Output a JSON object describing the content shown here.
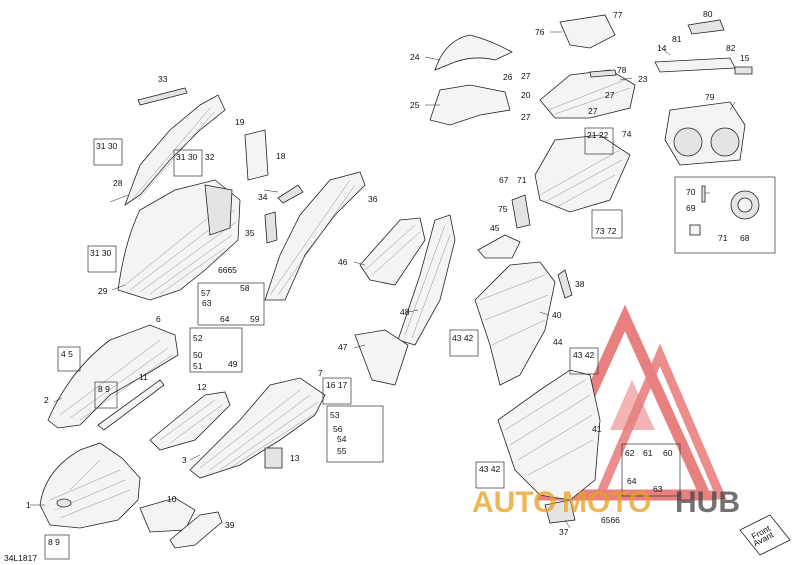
{
  "diagram": {
    "code": "34L1817",
    "watermark": {
      "text_left": "AUTO",
      "text_mid": "MOTO",
      "text_right": "HUB",
      "color_accent": "#e8a020",
      "color_dark": "#333333",
      "color_logo": "#e05050"
    },
    "front_badge": {
      "line1": "Front",
      "line2": "Avant"
    },
    "labels": [
      {
        "id": "l1",
        "text": "1"
      },
      {
        "id": "l2",
        "text": "2"
      },
      {
        "id": "l3",
        "text": "3"
      },
      {
        "id": "l6",
        "text": "6"
      },
      {
        "id": "l7",
        "text": "7"
      },
      {
        "id": "l10",
        "text": "10"
      },
      {
        "id": "l11",
        "text": "11"
      },
      {
        "id": "l12",
        "text": "12"
      },
      {
        "id": "l13",
        "text": "13"
      },
      {
        "id": "l14",
        "text": "14"
      },
      {
        "id": "l15",
        "text": "15"
      },
      {
        "id": "l18",
        "text": "18"
      },
      {
        "id": "l19",
        "text": "19"
      },
      {
        "id": "l20",
        "text": "20"
      },
      {
        "id": "l23",
        "text": "23"
      },
      {
        "id": "l24",
        "text": "24"
      },
      {
        "id": "l25",
        "text": "25"
      },
      {
        "id": "l26",
        "text": "26"
      },
      {
        "id": "l27a",
        "text": "27"
      },
      {
        "id": "l27b",
        "text": "27"
      },
      {
        "id": "l27c",
        "text": "27"
      },
      {
        "id": "l27d",
        "text": "27"
      },
      {
        "id": "l28",
        "text": "28"
      },
      {
        "id": "l29",
        "text": "29"
      },
      {
        "id": "l32",
        "text": "32"
      },
      {
        "id": "l33",
        "text": "33"
      },
      {
        "id": "l34",
        "text": "34"
      },
      {
        "id": "l35",
        "text": "35"
      },
      {
        "id": "l36",
        "text": "36"
      },
      {
        "id": "l37",
        "text": "37"
      },
      {
        "id": "l38",
        "text": "38"
      },
      {
        "id": "l39",
        "text": "39"
      },
      {
        "id": "l40",
        "text": "40"
      },
      {
        "id": "l41",
        "text": "41"
      },
      {
        "id": "l44",
        "text": "44"
      },
      {
        "id": "l45",
        "text": "45"
      },
      {
        "id": "l46",
        "text": "46"
      },
      {
        "id": "l47",
        "text": "47"
      },
      {
        "id": "l48",
        "text": "48"
      },
      {
        "id": "l49",
        "text": "49"
      },
      {
        "id": "l50",
        "text": "50"
      },
      {
        "id": "l51",
        "text": "51"
      },
      {
        "id": "l52",
        "text": "52"
      },
      {
        "id": "l53",
        "text": "53"
      },
      {
        "id": "l54",
        "text": "54"
      },
      {
        "id": "l55",
        "text": "55"
      },
      {
        "id": "l56",
        "text": "56"
      },
      {
        "id": "l57",
        "text": "57"
      },
      {
        "id": "l58",
        "text": "58"
      },
      {
        "id": "l59",
        "text": "59"
      },
      {
        "id": "l60",
        "text": "60"
      },
      {
        "id": "l61",
        "text": "61"
      },
      {
        "id": "l62",
        "text": "62"
      },
      {
        "id": "l63a",
        "text": "63"
      },
      {
        "id": "l63b",
        "text": "63"
      },
      {
        "id": "l64a",
        "text": "64"
      },
      {
        "id": "l64b",
        "text": "64"
      },
      {
        "id": "l6566a",
        "text": "6566"
      },
      {
        "id": "l6566b",
        "text": "6665"
      },
      {
        "id": "l67",
        "text": "67"
      },
      {
        "id": "l71a",
        "text": "71"
      },
      {
        "id": "l68",
        "text": "68"
      },
      {
        "id": "l69",
        "text": "69"
      },
      {
        "id": "l70",
        "text": "70"
      },
      {
        "id": "l71b",
        "text": "71"
      },
      {
        "id": "l72",
        "text": "72"
      },
      {
        "id": "l73",
        "text": "73"
      },
      {
        "id": "l74",
        "text": "74"
      },
      {
        "id": "l75",
        "text": "75"
      },
      {
        "id": "l76",
        "text": "76"
      },
      {
        "id": "l77",
        "text": "77"
      },
      {
        "id": "l78",
        "text": "78"
      },
      {
        "id": "l79",
        "text": "79"
      },
      {
        "id": "l80",
        "text": "80"
      },
      {
        "id": "l81",
        "text": "81"
      },
      {
        "id": "l82",
        "text": "82"
      },
      {
        "id": "l2122",
        "text": "21 22"
      },
      {
        "id": "l3130a",
        "text": "31 30"
      },
      {
        "id": "l3130b",
        "text": "31 30"
      },
      {
        "id": "l3130c",
        "text": "31 30"
      },
      {
        "id": "l45b",
        "text": "4 5"
      },
      {
        "id": "l89a",
        "text": "8 9"
      },
      {
        "id": "l89b",
        "text": "8 9"
      },
      {
        "id": "l1617",
        "text": "16 17"
      },
      {
        "id": "l4342a",
        "text": "43 42"
      },
      {
        "id": "l4342b",
        "text": "43 42"
      },
      {
        "id": "l4342c",
        "text": "43 42"
      }
    ]
  }
}
